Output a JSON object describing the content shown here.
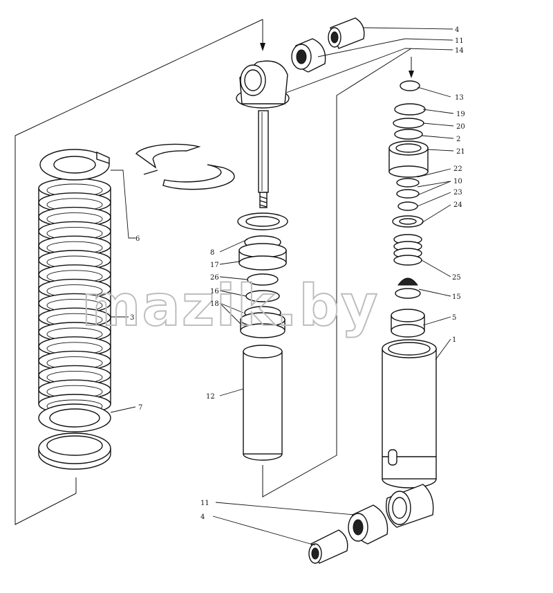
{
  "watermark": "mazik.by",
  "callouts": {
    "c4_top": "4",
    "c11_top": "11",
    "c14": "14",
    "c13": "13",
    "c19": "19",
    "c20": "20",
    "c2": "2",
    "c21": "21",
    "c22": "22",
    "c10": "10",
    "c23": "23",
    "c24": "24",
    "c25": "25",
    "c15": "15",
    "c5": "5",
    "c1": "1",
    "c6": "6",
    "c3": "3",
    "c7": "7",
    "c8": "8",
    "c17": "17",
    "c26": "26",
    "c16": "16",
    "c18": "18",
    "c12": "12",
    "c11_bottom": "11",
    "c4_bottom": "4"
  }
}
